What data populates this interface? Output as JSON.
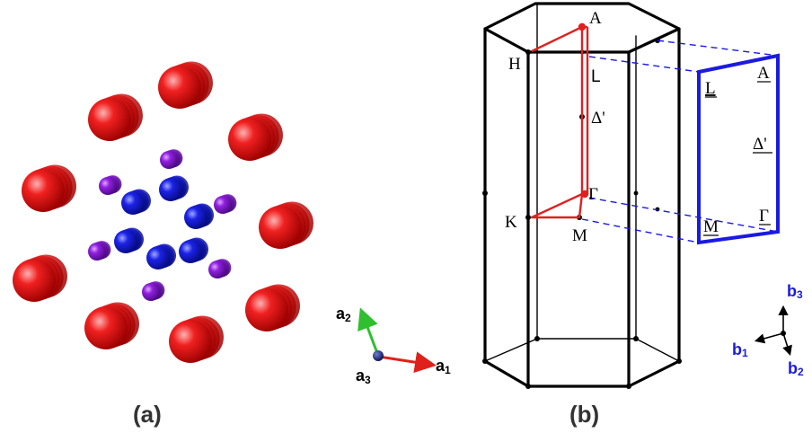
{
  "panel_a": {
    "label": "(a)",
    "axes": [
      {
        "name": "a",
        "sub": "1",
        "color": "#e0201b"
      },
      {
        "name": "a",
        "sub": "2",
        "color": "#2fbf2f"
      },
      {
        "name": "a",
        "sub": "3",
        "color": "#1f2a8a"
      }
    ],
    "atom_colors": {
      "large": "#e01010",
      "medium": "#1a1adb",
      "small": "#8a1fd6"
    }
  },
  "panel_b": {
    "label": "(b)",
    "points": {
      "A": "A",
      "H": "H",
      "L": "L",
      "Delta": "Δ'",
      "Gamma": "Γ",
      "K": "K",
      "M": "M"
    },
    "projection": {
      "L": "L",
      "A": "A",
      "Delta": "Δ'",
      "M": "M",
      "Gamma": "Γ"
    },
    "axes": [
      {
        "name": "b",
        "sub": "3"
      },
      {
        "name": "b",
        "sub": "1"
      },
      {
        "name": "b",
        "sub": "2"
      }
    ],
    "colors": {
      "zone": "#000000",
      "path": "#e02020",
      "projection": "#1a1ae0",
      "axis_label": "#1a1ae0"
    }
  }
}
